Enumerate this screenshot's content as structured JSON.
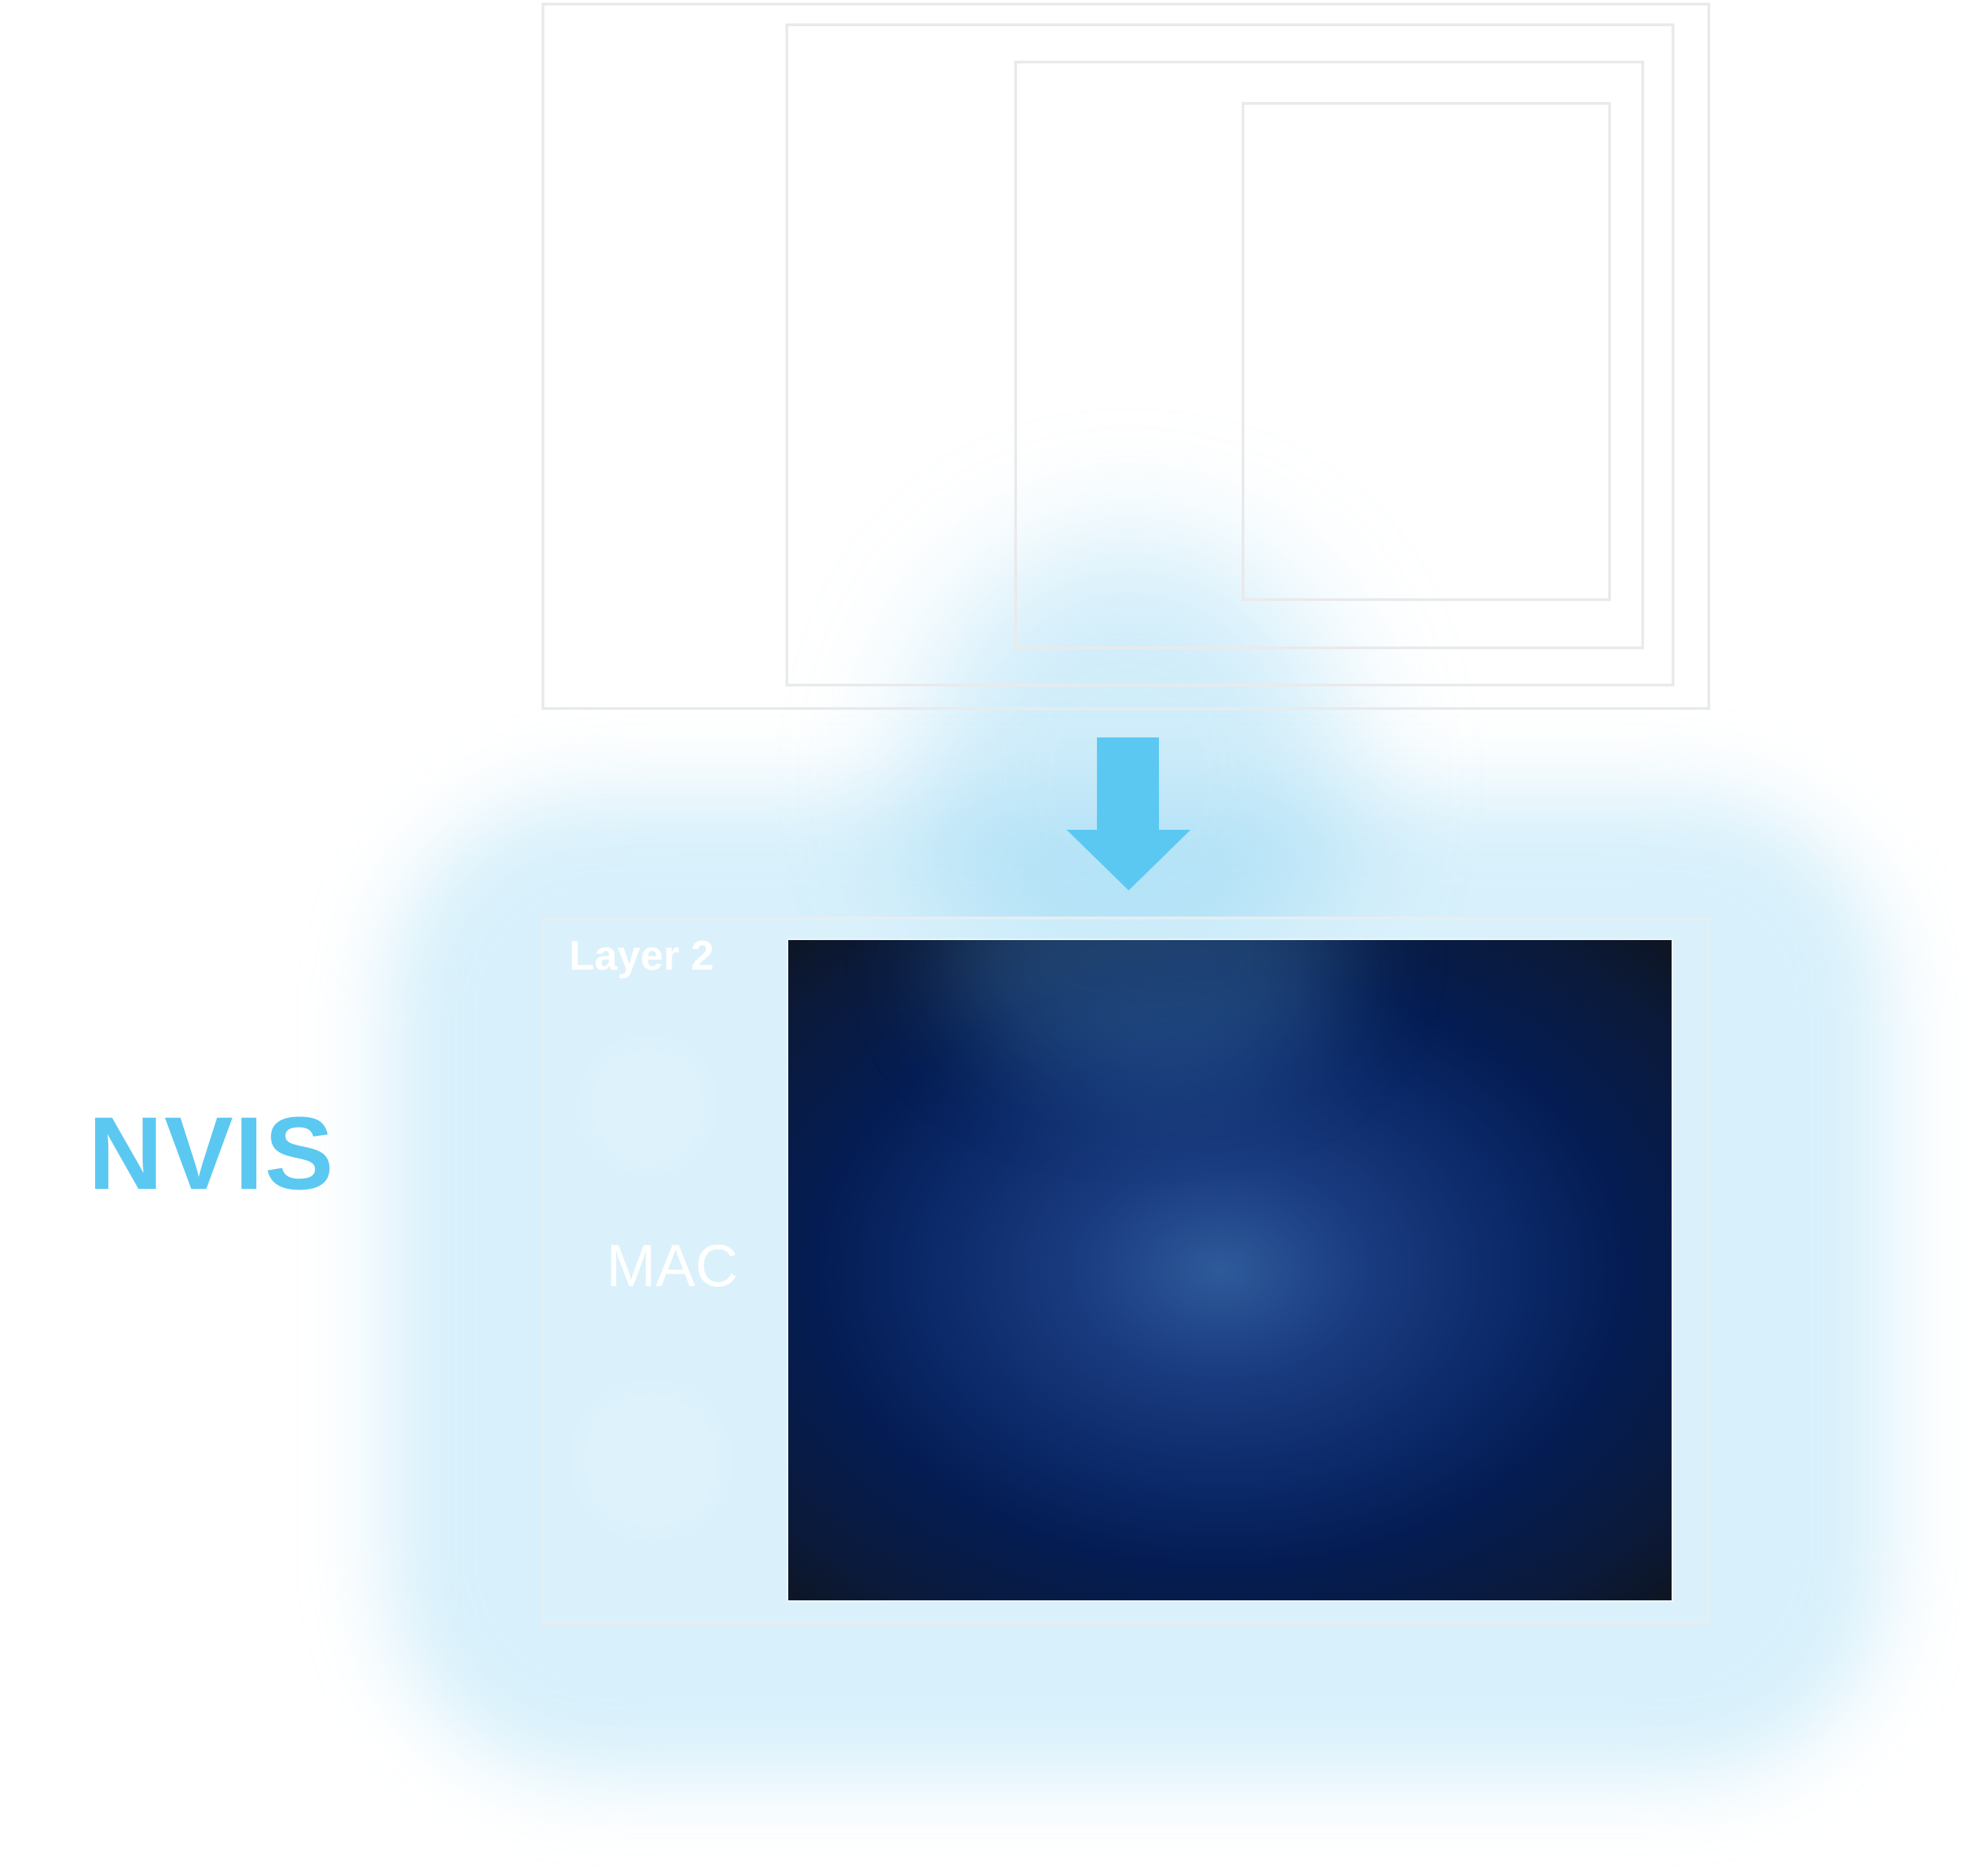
{
  "diagram": {
    "side_label": "NVIS",
    "layer_panel": {
      "title": "Layer 2",
      "sublabel": "MAC"
    },
    "stacked_frames_count": 4,
    "arrow_direction": "down",
    "arrow_icon": "down-arrow-icon"
  },
  "colors": {
    "accent": "#5bc8f2",
    "frame_border": "#e9eaec",
    "glow": "#b9e4f7",
    "display_center": "#2e5a9a",
    "display_mid": "#041c52",
    "display_edge": "#0e1522"
  }
}
